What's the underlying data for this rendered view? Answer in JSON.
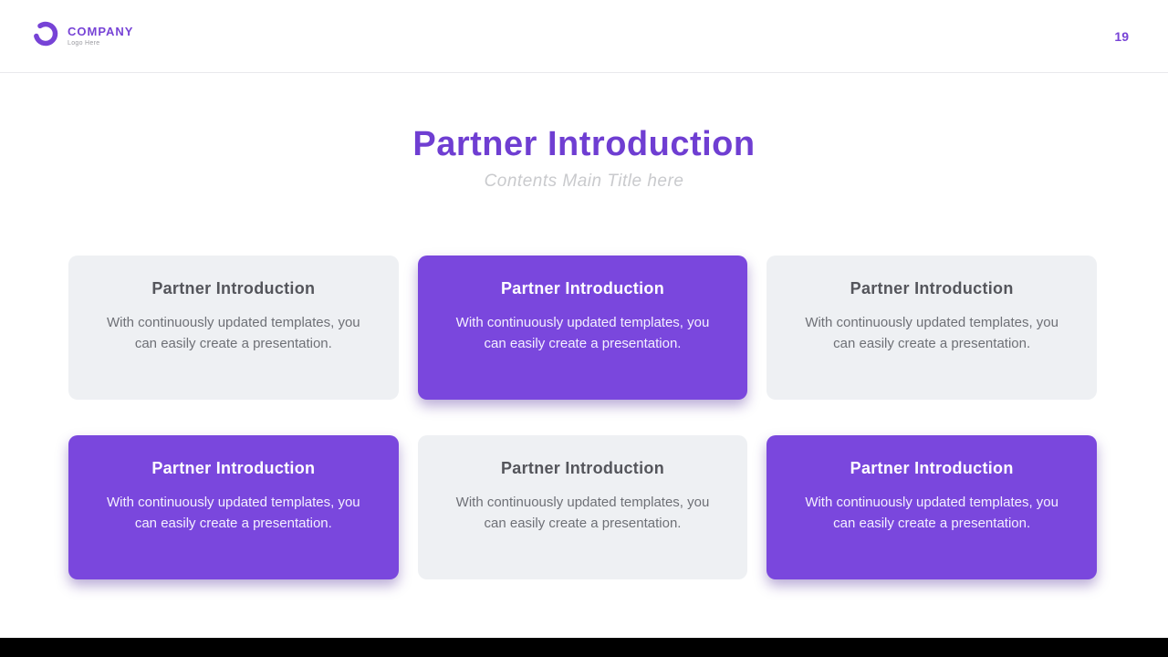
{
  "header": {
    "company_name": "COMPANY",
    "company_tagline": "Logo Here",
    "page_number": "19"
  },
  "title": {
    "main": "Partner Introduction",
    "subtitle": "Contents Main Title here"
  },
  "cards": [
    {
      "variant": "light",
      "title": "Partner Introduction",
      "body": "With continuously updated templates, you can easily create a presentation."
    },
    {
      "variant": "purple",
      "title": "Partner Introduction",
      "body": "With continuously updated templates, you can easily create a presentation."
    },
    {
      "variant": "light",
      "title": "Partner Introduction",
      "body": "With continuously updated templates, you can easily create a presentation."
    },
    {
      "variant": "purple",
      "title": "Partner Introduction",
      "body": "With continuously updated templates, you can easily create a presentation."
    },
    {
      "variant": "light",
      "title": "Partner Introduction",
      "body": "With continuously updated templates, you can easily create a presentation."
    },
    {
      "variant": "purple",
      "title": "Partner Introduction",
      "body": "With continuously updated templates, you can easily create a presentation."
    }
  ],
  "colors": {
    "accent": "#7743d6",
    "card_light_bg": "#eef0f3",
    "card_purple_bg": "#7a47dd",
    "footer_bg": "#000000"
  }
}
